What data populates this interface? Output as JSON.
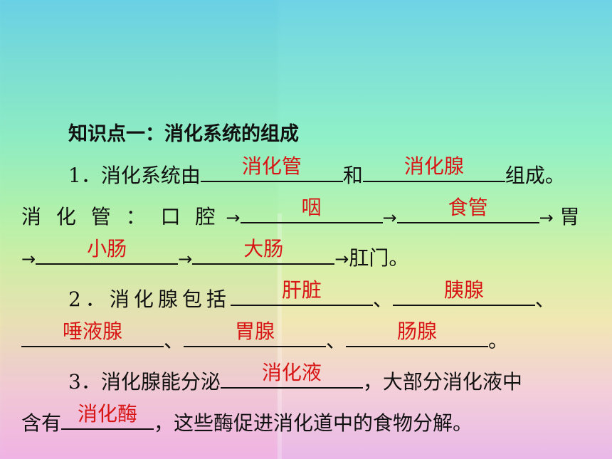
{
  "heading": "知识点一：消化系统的组成",
  "q1": {
    "prefix": "1．消化系统由",
    "mid": "和",
    "suffix": "组成。",
    "ans1": "消化管",
    "ans2": "消化腺",
    "tract_prefix": "消 化 管 ： 口 腔",
    "tract_ans1": "咽",
    "tract_ans2": "食管",
    "tract_mid": "胃",
    "tract_ans3": "小肠",
    "tract_ans4": "大肠",
    "tract_end": "肛门。",
    "arrow": "→"
  },
  "q2": {
    "prefix": "2．消化腺包括",
    "sep": "、",
    "ans1": "肝脏",
    "ans2": "胰腺",
    "ans3": "唾液腺",
    "ans4": "胃腺",
    "ans5": "肠腺",
    "end": "。"
  },
  "q3": {
    "prefix": "3．消化腺能分泌",
    "ans1": "消化液",
    "mid": "，大部分消化液中",
    "line2_prefix": "含有",
    "ans2": "消化酶",
    "line2_suffix": "，这些酶促进消化道中的食物分解。"
  }
}
